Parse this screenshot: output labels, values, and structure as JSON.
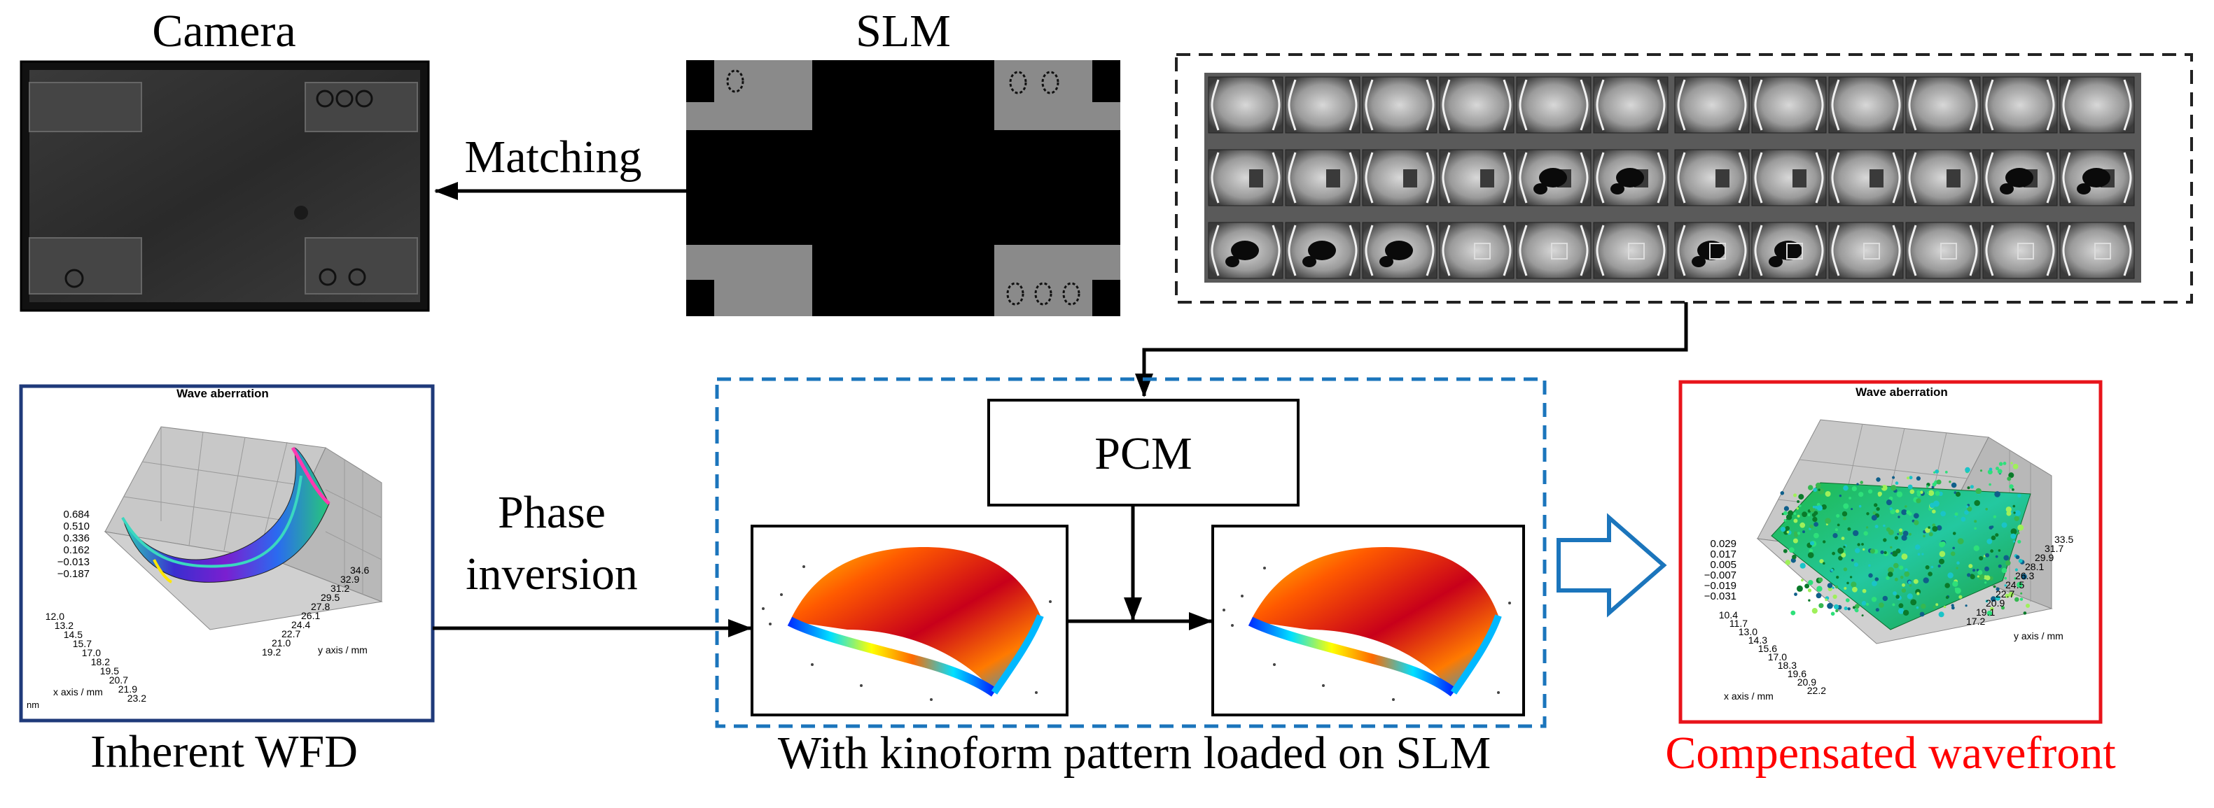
{
  "titles": {
    "camera": "Camera",
    "slm": "SLM",
    "inherent": "Inherent WFD",
    "kinoform": "With kinoform pattern loaded on SLM",
    "compensated": "Compensated wavefront"
  },
  "arrows": {
    "matching": "Matching",
    "phase_inversion_1": "Phase",
    "phase_inversion_2": "inversion"
  },
  "pcm_label": "PCM",
  "plot_left": {
    "title": "Wave aberration",
    "z_ticks": [
      "0.684",
      "0.510",
      "0.336",
      "0.162",
      "−0.013",
      "−0.187"
    ],
    "x_ticks": [
      "12.0",
      "13.2",
      "14.5",
      "15.7",
      "17.0",
      "18.2",
      "19.5",
      "20.7",
      "21.9",
      "23.2"
    ],
    "y_ticks": [
      "34.6",
      "32.9",
      "31.2",
      "29.5",
      "27.8",
      "26.1",
      "24.4",
      "22.7",
      "21.0",
      "19.2"
    ],
    "x_label": "x axis / mm",
    "y_label": "y axis / mm",
    "unit": "nm"
  },
  "plot_right": {
    "title": "Wave aberration",
    "z_ticks": [
      "0.029",
      "0.017",
      "0.005",
      "−0.007",
      "−0.019",
      "−0.031"
    ],
    "x_ticks": [
      "10.4",
      "11.7",
      "13.0",
      "14.3",
      "15.6",
      "17.0",
      "18.3",
      "19.6",
      "20.9",
      "22.2"
    ],
    "y_ticks": [
      "33.5",
      "31.7",
      "29.9",
      "28.1",
      "26.3",
      "24.5",
      "22.7",
      "20.9",
      "19.1",
      "17.2"
    ],
    "x_label": "x axis / mm",
    "y_label": "y axis / mm"
  },
  "colors": {
    "inherent_border": "#1f3a7a",
    "kinoform_border": "#1b75bc",
    "compensated_border": "#e8141b",
    "compensated_text": "#ff0000",
    "hollow_arrow": "#1b75bc"
  }
}
